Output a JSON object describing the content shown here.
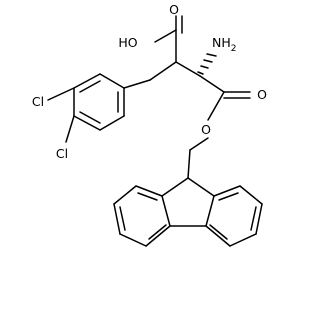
{
  "molecule": {
    "labels": {
      "carboxyl_oxygen": "O",
      "hydroxyl": "HO",
      "amino": "NH",
      "amino_subscript": "2",
      "chlorine_upper": "Cl",
      "chlorine_lower": "Cl",
      "ester_carbonyl_oxygen": "O",
      "ester_oxygen": "O"
    },
    "colors": {
      "bond": "#000000",
      "background": "#ffffff"
    }
  }
}
